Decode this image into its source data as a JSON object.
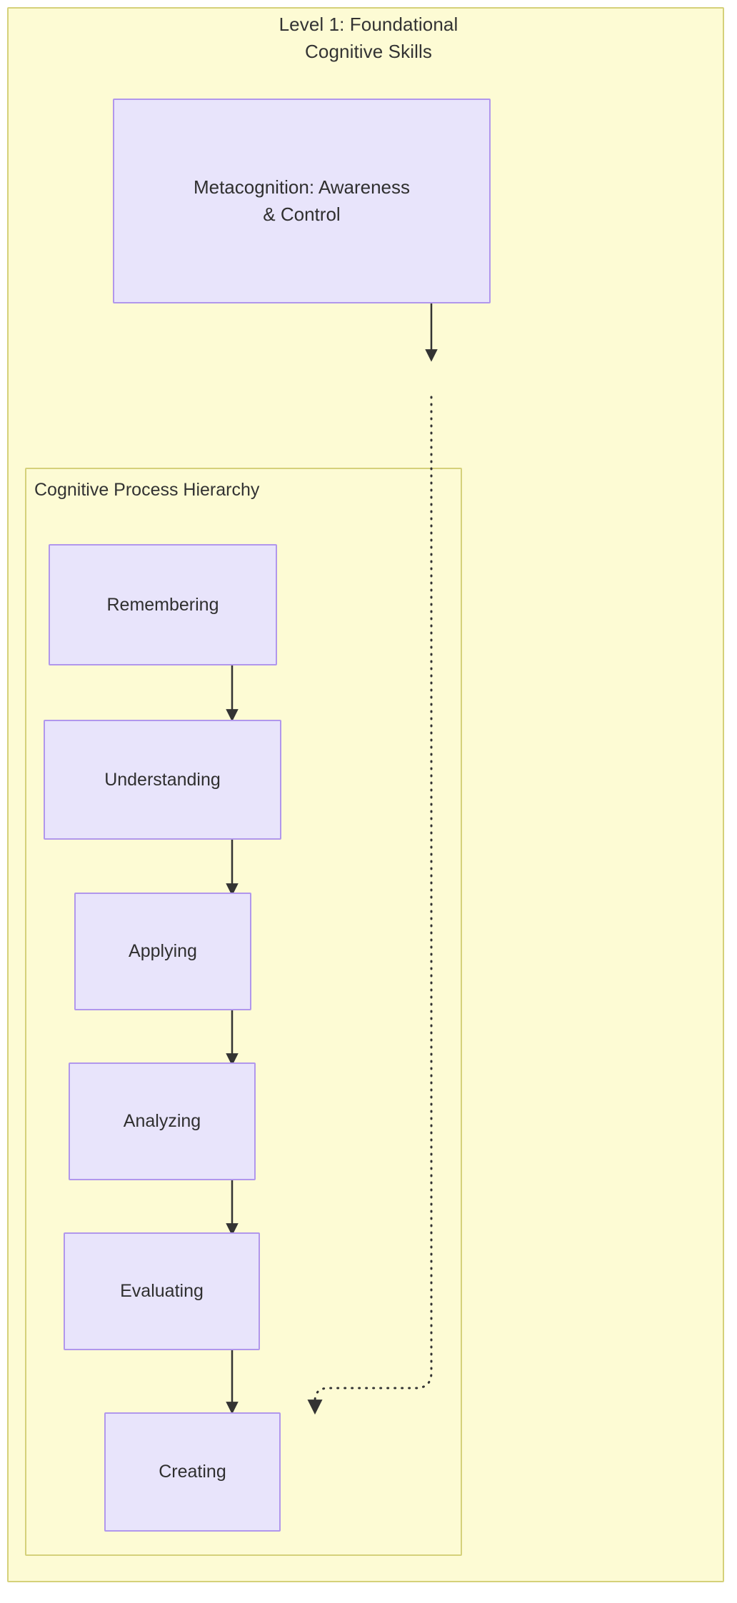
{
  "diagram": {
    "type": "flowchart",
    "direction": "top-down",
    "outer_group": {
      "label_line1": "Level 1: Foundational",
      "label_line2": "Cognitive Skills",
      "fill": "#fdfbd4",
      "stroke": "#d5d17a"
    },
    "inner_group": {
      "label": "Cognitive Process Hierarchy",
      "fill": "#fdfbd4",
      "stroke": "#d5d17a"
    },
    "node_style": {
      "fill": "#e8e4fb",
      "stroke": "#b197ec",
      "text": "#2f2f2f"
    },
    "edge_style": {
      "stroke": "#333333",
      "solid": "solid",
      "dotted": "dotted"
    },
    "nodes": [
      {
        "id": "metacognition",
        "label_line1": "Metacognition: Awareness",
        "label_line2": "& Control"
      },
      {
        "id": "remembering",
        "label": "Remembering"
      },
      {
        "id": "understanding",
        "label": "Understanding"
      },
      {
        "id": "applying",
        "label": "Applying"
      },
      {
        "id": "analyzing",
        "label": "Analyzing"
      },
      {
        "id": "evaluating",
        "label": "Evaluating"
      },
      {
        "id": "creating",
        "label": "Creating"
      }
    ],
    "edges": [
      {
        "from": "metacognition",
        "to": "creating",
        "style": "dotted",
        "label": ""
      },
      {
        "from": "remembering",
        "to": "understanding",
        "style": "solid",
        "label": ""
      },
      {
        "from": "understanding",
        "to": "applying",
        "style": "solid",
        "label": ""
      },
      {
        "from": "applying",
        "to": "analyzing",
        "style": "solid",
        "label": ""
      },
      {
        "from": "analyzing",
        "to": "evaluating",
        "style": "solid",
        "label": ""
      },
      {
        "from": "evaluating",
        "to": "creating",
        "style": "solid",
        "label": ""
      }
    ]
  }
}
